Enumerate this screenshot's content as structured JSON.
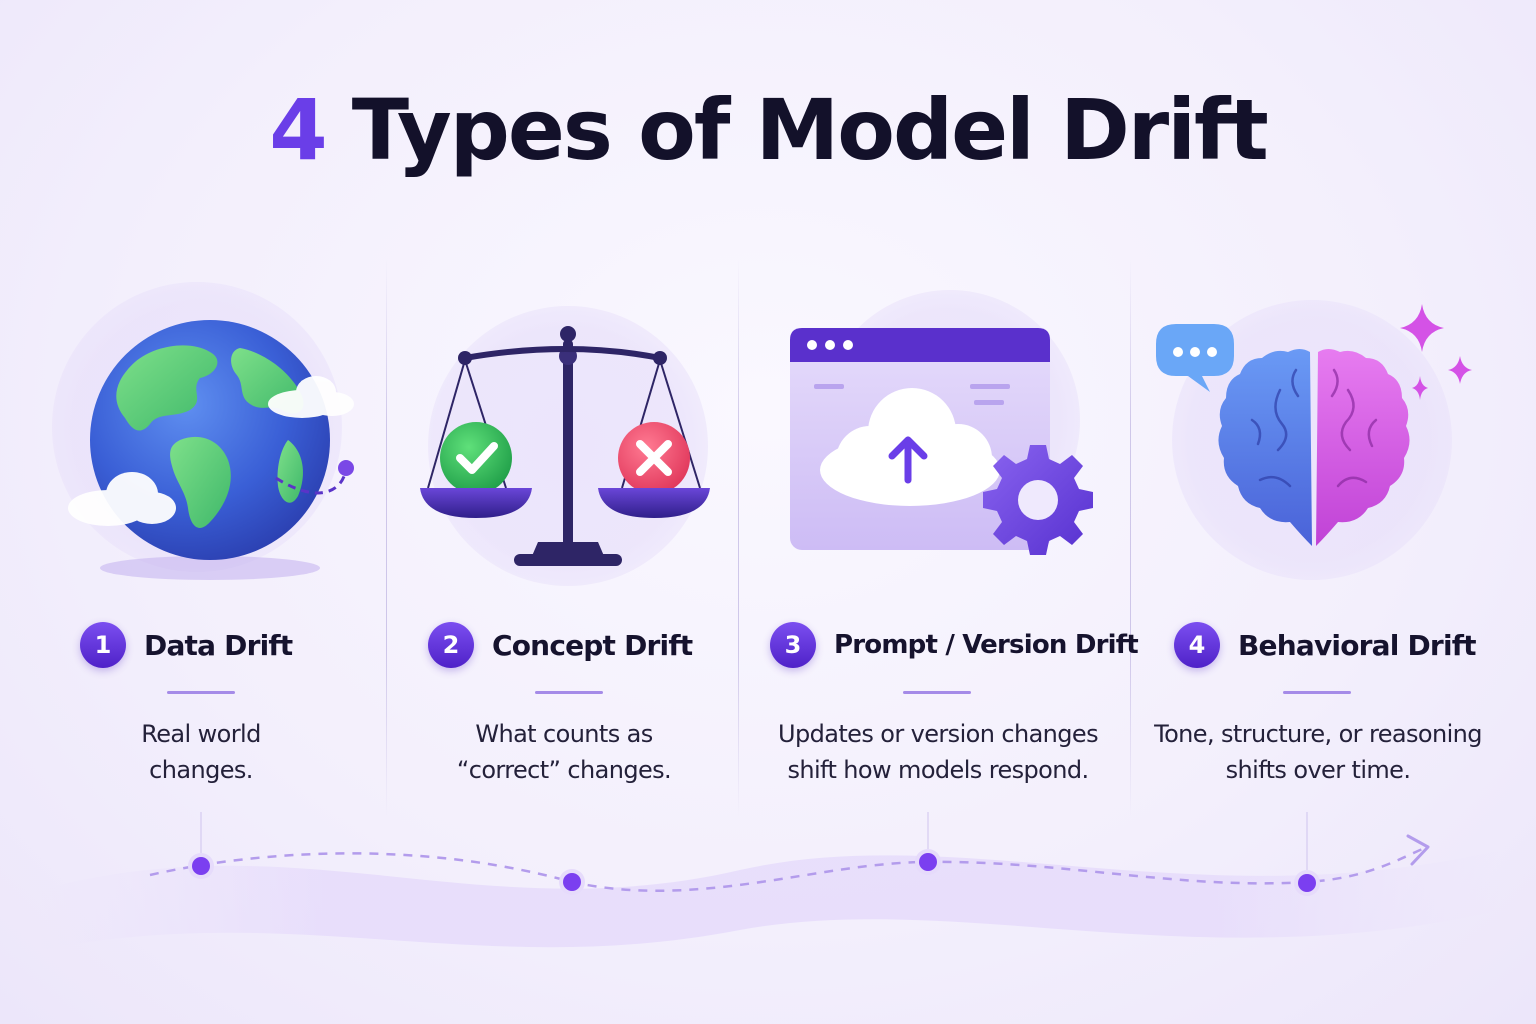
{
  "title": {
    "number": "4",
    "text": "Types of Model Drift"
  },
  "colors": {
    "accent": "#6a3ee8",
    "title_text": "#13112a",
    "check_green": "#2fbf5a",
    "cross_red": "#f0506e",
    "brain_blue": "#4f7ee8",
    "brain_pink": "#d453e0"
  },
  "cards": [
    {
      "number": "1",
      "title": "Data Drift",
      "desc_line1": "Real world",
      "desc_line2": "changes.",
      "icon": "globe-icon"
    },
    {
      "number": "2",
      "title": "Concept Drift",
      "desc_line1": "What counts as",
      "desc_line2": "“correct” changes.",
      "icon": "scale-icon"
    },
    {
      "number": "3",
      "title": "Prompt / Version Drift",
      "desc_line1": "Updates or version changes",
      "desc_line2": "shift how models respond.",
      "icon": "cloud-upload-window-icon"
    },
    {
      "number": "4",
      "title": "Behavioral Drift",
      "desc_line1": "Tone, structure, or reasoning",
      "desc_line2": "shifts over time.",
      "icon": "brain-icon"
    }
  ]
}
